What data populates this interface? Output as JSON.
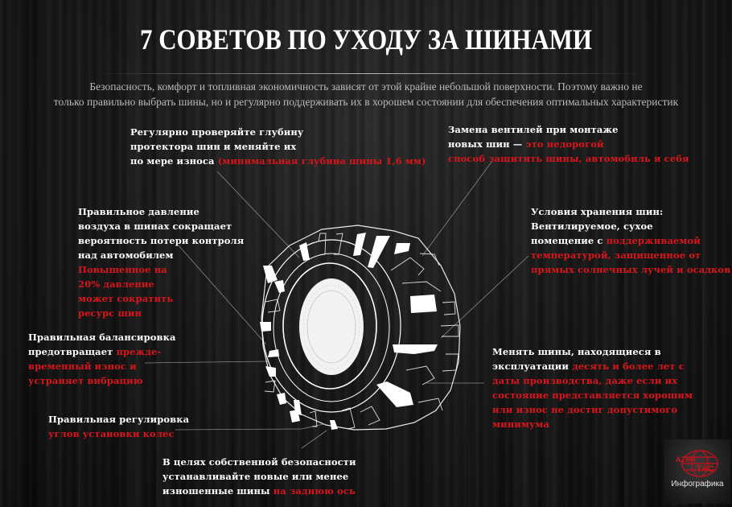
{
  "title": "7 СОВЕТОВ ПО УХОДУ ЗА ШИНАМИ",
  "intro": {
    "line1": "Безопасность, комфорт и топливная экономичность зависят от этой крайне небольшой поверхности. Поэтому важно не",
    "line2": "только правильно выбрать шины, но и регулярно поддерживать их в хорошем состоянии для обеспечения оптимальных характеристик"
  },
  "colors": {
    "background": "#0e0e0e",
    "text": "#ffffff",
    "accent_red": "#d8161b",
    "intro_text": "#b9b9b9"
  },
  "tips": {
    "tread": {
      "l1": "Регулярно проверяйте глубину",
      "l2": "протектора шин и меняйте их",
      "l3": "по мере износа ",
      "l3_red": "(минимальная глубина шины 1,6 мм)"
    },
    "valves": {
      "l1": "Замена вентилей при монтаже",
      "l2": "новых шин — ",
      "l2_red": "это недорогой",
      "l3_red": "способ защитить шины, автомобиль и себя"
    },
    "pressure": {
      "l1": "Правильное давление",
      "l2": "воздуха в шинах сокращает",
      "l3": "вероятность потери контроля",
      "l4": " над автомобилем",
      "l5_red": "Повышенное на",
      "l6_red": "20% давление",
      "l7_red": "может сократить",
      "l8_red": " ресурс шин"
    },
    "storage": {
      "l1": "Условия хранения шин:",
      "l2": "Вентилируемое, сухое",
      "l3": "помещение с ",
      "l3_red": "поддерживаемой",
      "l4_red": "температурой, защищенное от",
      "l5_red": "прямых солнечных лучей и осадков"
    },
    "balancing": {
      "l1": "Правильная балансировка",
      "l2": "предотвращает ",
      "l2_red": "прежде-",
      "l3_red": "временный износ и",
      "l4_red": "устраняет вибрацию"
    },
    "age": {
      "l1": "Менять шины, находящиеся в",
      "l2": "эксплуатации ",
      "l2_red": "десять и более лет с",
      "l3_red": "даты производства, даже если их",
      "l4_red": "состояние представляется хорошим",
      "l5_red": "или износ не достиг допустимого",
      "l6_red": "минимума"
    },
    "alignment": {
      "l1": "Правильная регулировка",
      "l2_red": "углов установки колес"
    },
    "rear": {
      "l1": " В целях собственной безопасности",
      "l2": "устанавливайте новые или менее",
      "l3": "изношенные шины ",
      "l3_red": "на заднюю ось"
    }
  },
  "logo": {
    "brand_top": "AZƏR",
    "brand_bottom": "TAC",
    "caption": "Инфографика"
  }
}
